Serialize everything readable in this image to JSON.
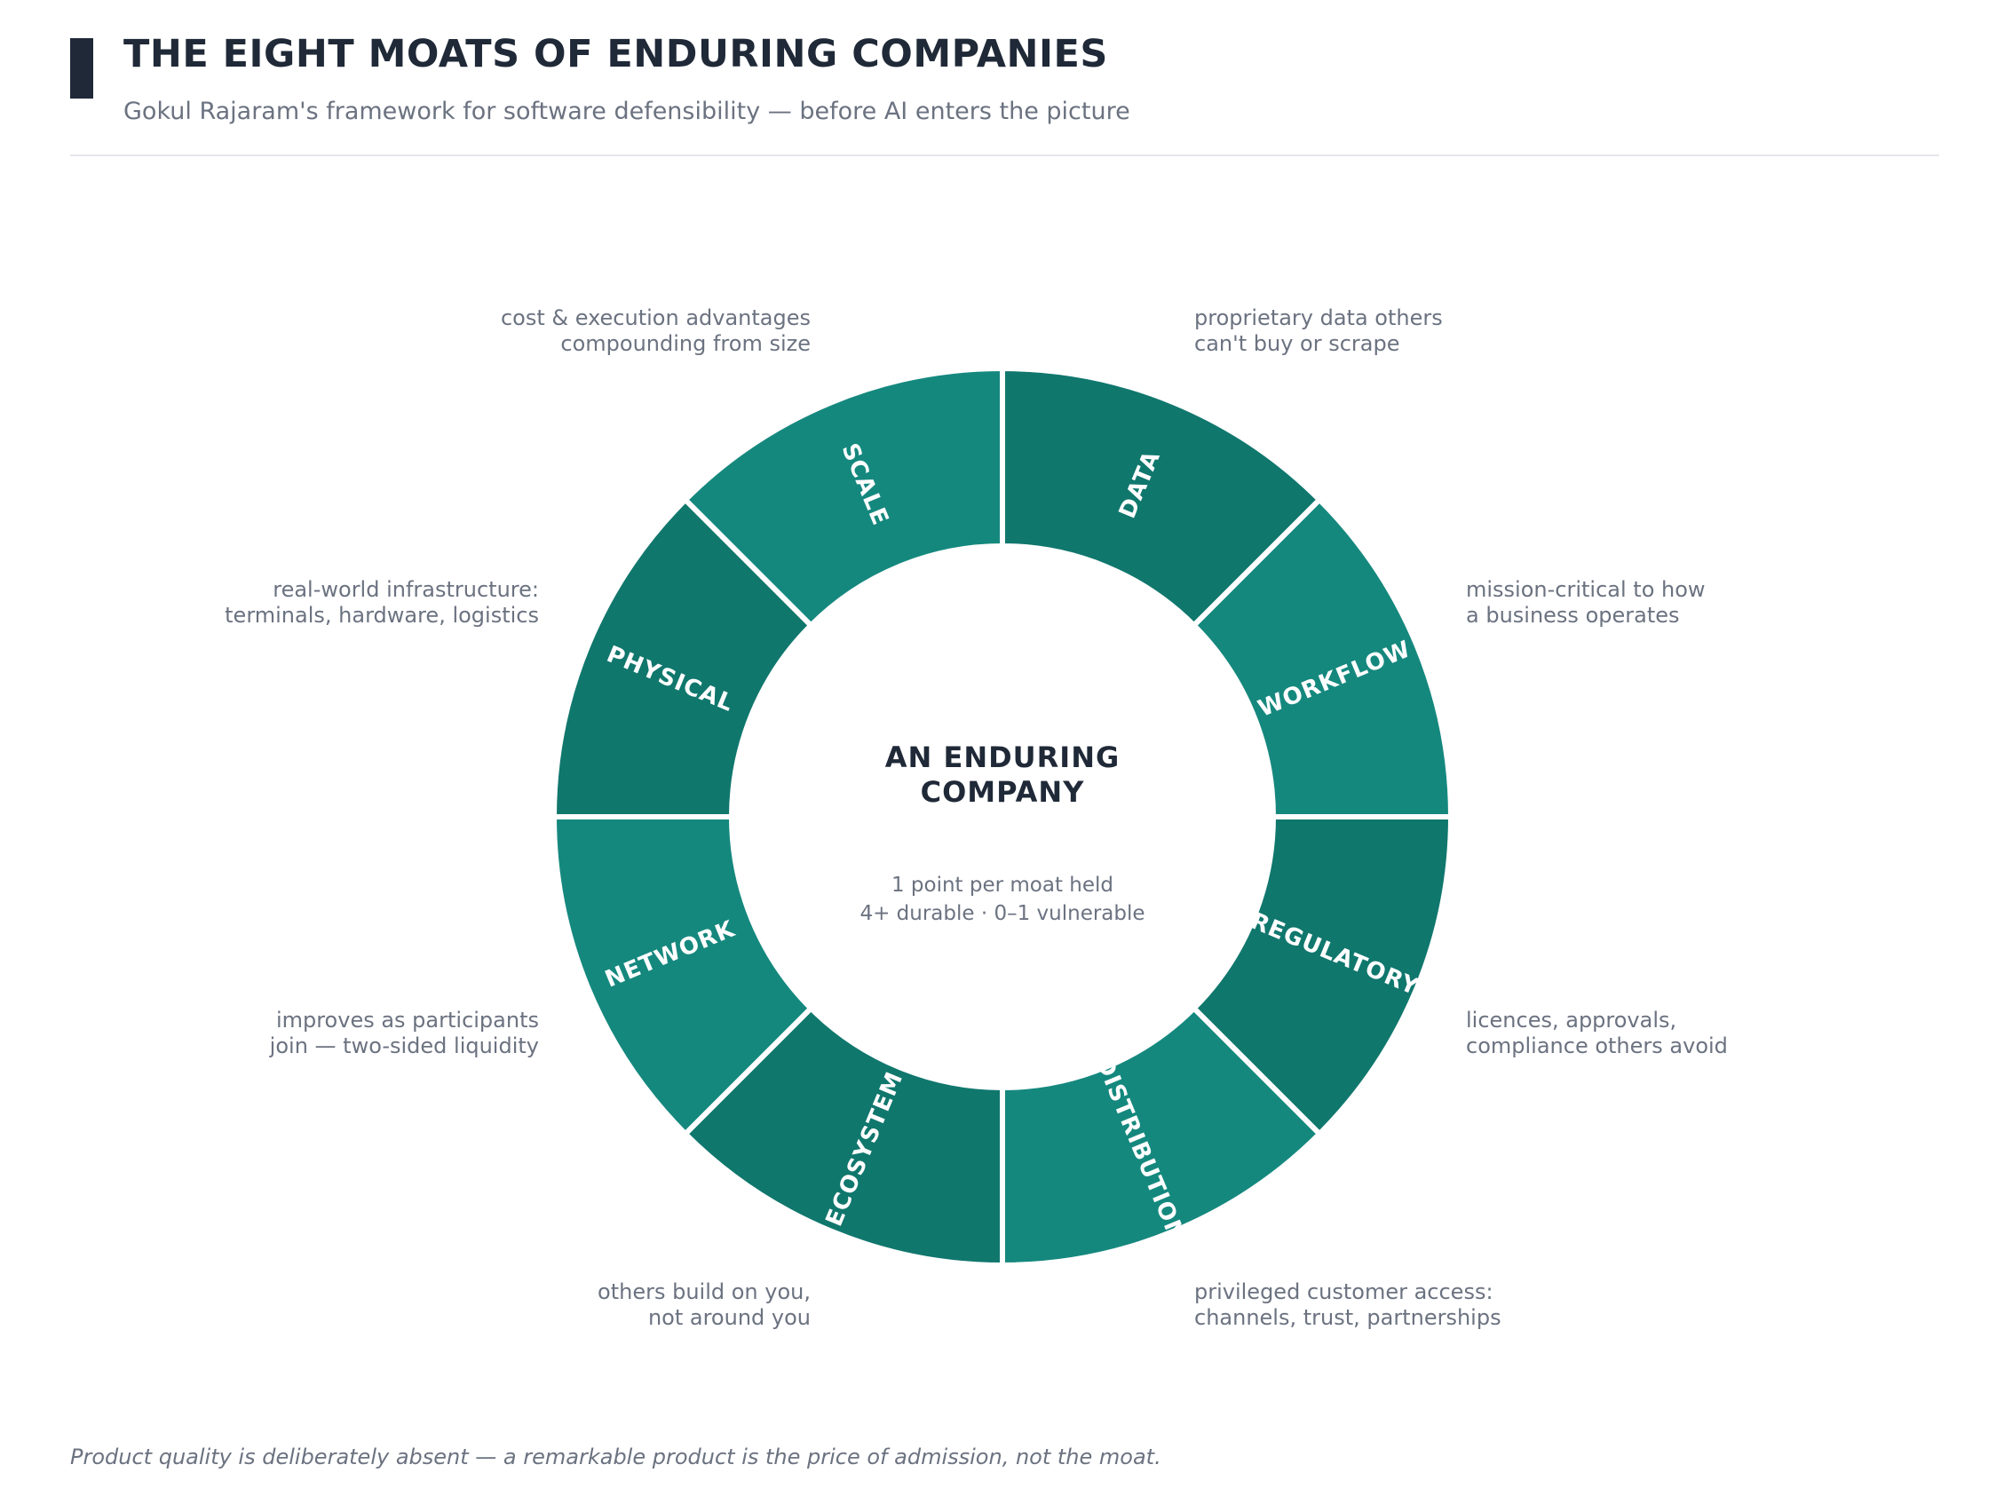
{
  "header": {
    "title": "THE EIGHT MOATS OF ENDURING COMPANIES",
    "subtitle": "Gokul Rajaram's framework for software defensibility — before AI enters the picture"
  },
  "center": {
    "title_lines": [
      "AN ENDURING",
      "COMPANY"
    ],
    "sub_lines": [
      "1 point per moat held",
      "4+ durable · 0–1 vulnerable"
    ]
  },
  "colors": {
    "segment_dark": "#10776d",
    "segment_light": "#15887e",
    "text_dark": "#1f2937",
    "text_muted": "#6b7280"
  },
  "moats": [
    {
      "label": "DATA",
      "shade": "dark",
      "description": [
        "proprietary data others",
        "can't buy or scrape"
      ]
    },
    {
      "label": "WORKFLOW",
      "shade": "light",
      "description": [
        "mission-critical to how",
        "a business operates"
      ]
    },
    {
      "label": "REGULATORY",
      "shade": "dark",
      "description": [
        "licences, approvals,",
        "compliance others avoid"
      ]
    },
    {
      "label": "DISTRIBUTION",
      "shade": "light",
      "description": [
        "privileged customer access:",
        "channels, trust, partnerships"
      ]
    },
    {
      "label": "ECOSYSTEM",
      "shade": "dark",
      "description": [
        "others build on you,",
        "not around you"
      ]
    },
    {
      "label": "NETWORK",
      "shade": "light",
      "description": [
        "improves as participants",
        "join — two-sided liquidity"
      ]
    },
    {
      "label": "PHYSICAL",
      "shade": "dark",
      "description": [
        "real-world infrastructure:",
        "terminals, hardware, logistics"
      ]
    },
    {
      "label": "SCALE",
      "shade": "light",
      "description": [
        "cost & execution advantages",
        "compounding from size"
      ]
    }
  ],
  "footer": "Product quality is deliberately absent — a remarkable product is the price of admission, not the moat."
}
